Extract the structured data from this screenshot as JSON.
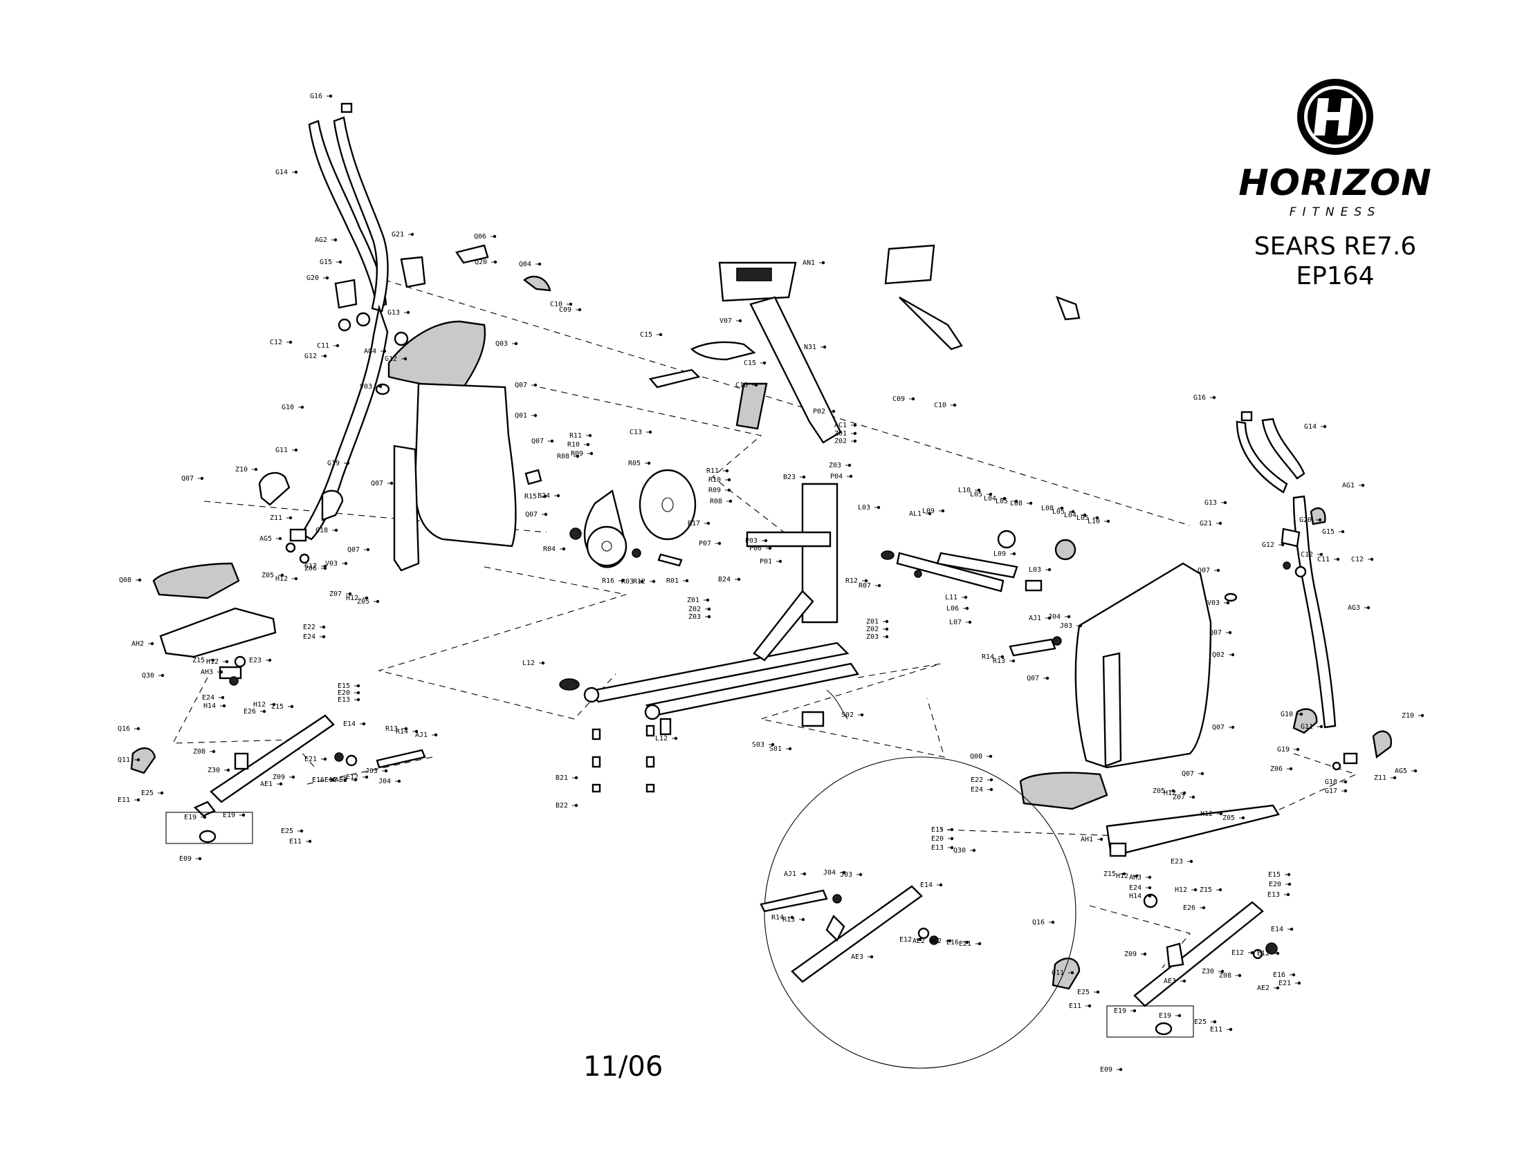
{
  "brand": {
    "name": "HORIZON",
    "tagline": "FITNESS",
    "model_line1": "SEARS RE7.6",
    "model_line2": "EP164"
  },
  "footer": {
    "date": "11/06"
  },
  "colors": {
    "ink": "#000000",
    "paper": "#ffffff",
    "fill_gray": "#c9c9c9"
  },
  "parts": {
    "left_arm": [
      "G16",
      "G14",
      "AG2",
      "G21",
      "G15",
      "G20",
      "G13",
      "C12",
      "C11",
      "G12",
      "G12",
      "AG4",
      "G10",
      "Z10",
      "G11",
      "G19",
      "Z11",
      "AG5",
      "C18",
      "G17",
      "Z06",
      "V03"
    ],
    "left_pedal": [
      "Q08",
      "Z05",
      "H12",
      "Z07",
      "H12",
      "Z05",
      "AH2",
      "Q30",
      "E22",
      "E24",
      "Z15",
      "H12",
      "AH3",
      "E23",
      "E24",
      "H14",
      "E26",
      "H12",
      "Z15",
      "Q16",
      "Q11",
      "Z08",
      "Z30",
      "Z09",
      "AE1",
      "E15",
      "E20",
      "E13",
      "E14",
      "E21",
      "E16",
      "E12",
      "AE2",
      "E12",
      "J03",
      "J04",
      "R13",
      "R14",
      "AJ1",
      "E11",
      "E25",
      "E19",
      "E19",
      "E25",
      "E11",
      "E09"
    ],
    "left_shroud": [
      "Q06",
      "Q20",
      "Q04",
      "Q03",
      "Q07",
      "Q01",
      "Q07",
      "Q07",
      "Q07",
      "Q07",
      "Q07",
      "V03"
    ],
    "console": [
      "AN1",
      "V07",
      "N31",
      "C15",
      "C15",
      "C16",
      "C13",
      "P02",
      "AC1",
      "Z01",
      "Z02",
      "Z03",
      "B23",
      "P04",
      "C10",
      "C09",
      "C09",
      "C10"
    ],
    "drive": [
      "R11",
      "R10",
      "R09",
      "R08",
      "B24",
      "R05",
      "R11",
      "R10",
      "R09",
      "R08",
      "R17",
      "R15",
      "R04",
      "R16",
      "R03",
      "R12",
      "R01",
      "P07",
      "P03",
      "P06",
      "P01",
      "B24",
      "R12",
      "R07",
      "Z01",
      "Z02",
      "Z03",
      "Z01",
      "Z02",
      "Z03"
    ],
    "frame": [
      "L12",
      "L12",
      "B21",
      "B22",
      "S03",
      "S01",
      "S02"
    ],
    "crank_right": [
      "L03",
      "AL1",
      "L09",
      "L10",
      "L05",
      "L04",
      "L05",
      "L08",
      "L08",
      "L05",
      "L04",
      "L05",
      "L10",
      "L09",
      "L03",
      "L11",
      "L06",
      "L07",
      "AJ1",
      "J04",
      "J03",
      "R14",
      "R13"
    ],
    "right_shroud": [
      "Q07",
      "V03",
      "Q07",
      "Q02",
      "Q07",
      "Q07",
      "Q07"
    ],
    "right_arm": [
      "G16",
      "G14",
      "AG1",
      "G13",
      "G21",
      "G20",
      "G15",
      "G12",
      "C12",
      "C11",
      "C12",
      "AG3",
      "G10",
      "G11",
      "Z10",
      "G19",
      "AG5",
      "Z11",
      "Z06",
      "G18",
      "G17"
    ],
    "right_pedal": [
      "Q08",
      "E22",
      "E24",
      "Z05",
      "H12",
      "Z07",
      "H12",
      "Z05",
      "AH1",
      "Q30",
      "E23",
      "Z15",
      "H12",
      "AH3",
      "H12",
      "Z15",
      "E24",
      "H14",
      "E26",
      "E15",
      "E20",
      "E13",
      "E14",
      "Q16",
      "Z09",
      "E12",
      "E12",
      "Q11",
      "Z30",
      "Z08",
      "AE3",
      "AE2",
      "E16",
      "E21",
      "E11",
      "E25",
      "E19",
      "E19",
      "E25",
      "E11",
      "E09"
    ],
    "detail_circle": [
      "E15",
      "E20",
      "E13",
      "AJ1",
      "J04",
      "J03",
      "E14",
      "R14",
      "R13",
      "AE3",
      "E12",
      "AE2",
      "E12",
      "E16",
      "E21"
    ]
  }
}
